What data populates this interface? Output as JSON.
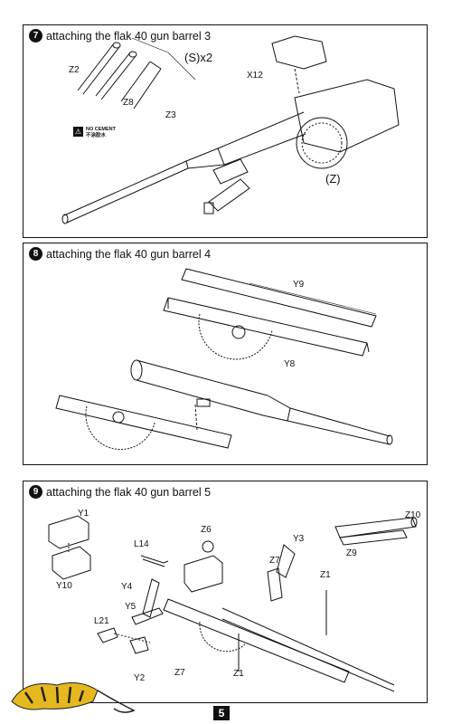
{
  "steps": [
    {
      "number": "7",
      "title": "attaching the flak 40 gun barrel 3",
      "labels": {
        "z2": "Z2",
        "z8": "Z8",
        "z3": "Z3",
        "sx2": "(S)x2",
        "x12": "X12",
        "z": "(Z)"
      },
      "warning": {
        "line1": "NO CEMENT",
        "line2": "不涂胶水",
        "icon": "no-cement-icon"
      }
    },
    {
      "number": "8",
      "title": "attaching the flak 40 gun barrel 4",
      "labels": {
        "y9": "Y9",
        "y8": "Y8"
      }
    },
    {
      "number": "9",
      "title": "attaching the flak 40 gun barrel 5",
      "labels": {
        "y1": "Y1",
        "y10": "Y10",
        "l14": "L14",
        "z6": "Z6",
        "y3": "Y3",
        "z10": "Z10",
        "z9": "Z9",
        "y4": "Y4",
        "z7a": "Z7",
        "z1a": "Z1",
        "y5": "Y5",
        "l21": "L21",
        "y2": "Y2",
        "z7b": "Z7",
        "z1b": "Z1"
      }
    }
  ],
  "page_number": "5",
  "logo_icon": "tiger-logo-icon"
}
